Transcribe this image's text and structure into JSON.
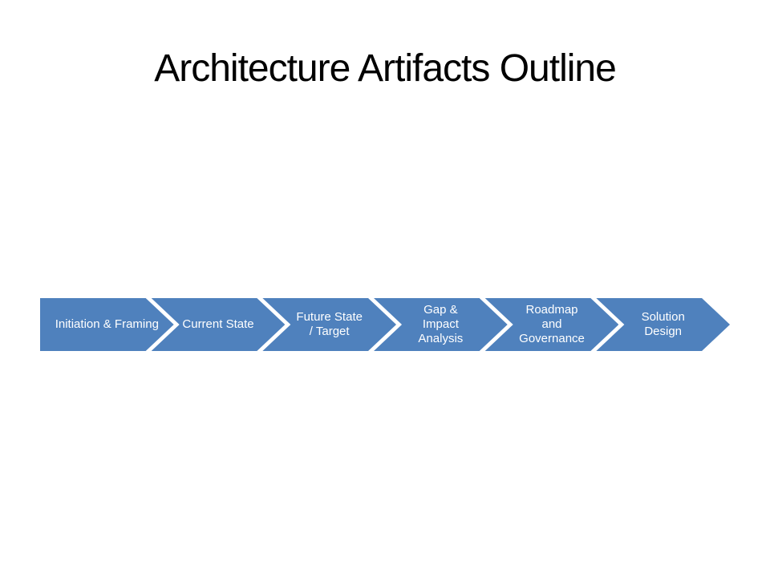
{
  "slide": {
    "title": "Architecture Artifacts Outline",
    "background_color": "#ffffff",
    "title_color": "#000000"
  },
  "process": {
    "accent_color": "#4F81BD",
    "text_color": "#ffffff",
    "steps": [
      {
        "label": "Initiation & Framing"
      },
      {
        "label": "Current State"
      },
      {
        "label": "Future State\n/ Target"
      },
      {
        "label": "Gap &\nImpact\nAnalysis"
      },
      {
        "label": "Roadmap\nand\nGovernance"
      },
      {
        "label": "Solution\nDesign"
      }
    ]
  }
}
